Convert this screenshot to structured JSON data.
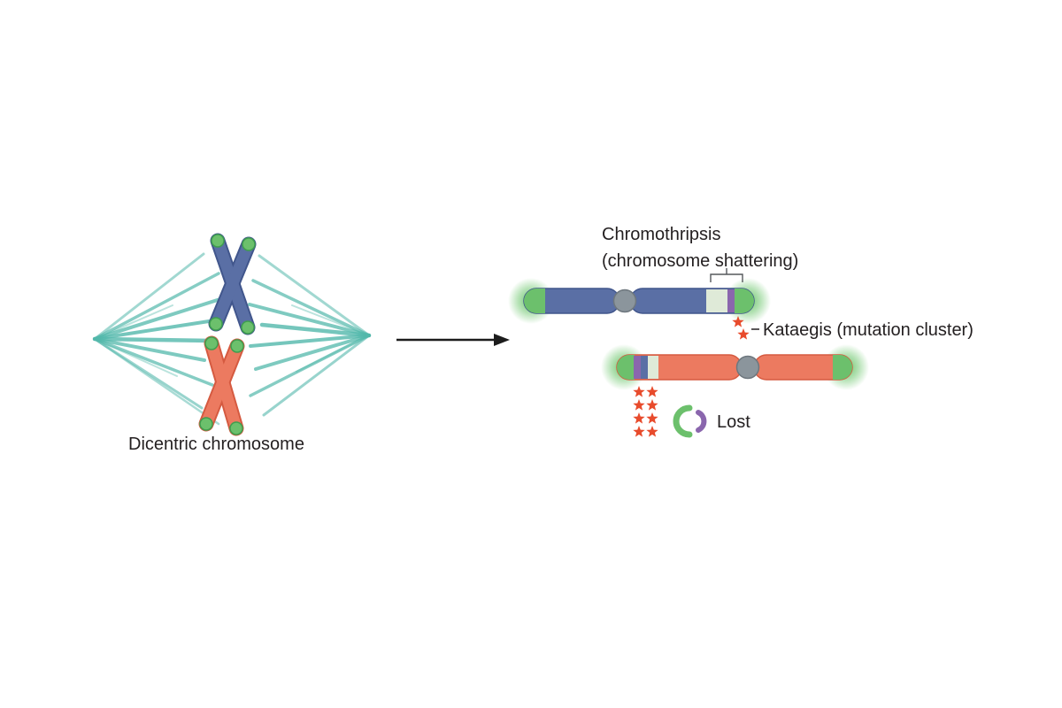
{
  "labels": {
    "dicentric": "Dicentric chromosome",
    "chromothripsis_line1": "Chromothripsis",
    "chromothripsis_line2": "(chromosome shattering)",
    "kataegis": "Kataegis (mutation cluster)",
    "lost": "Lost"
  },
  "palette": {
    "chromo-blue": "#5a6fa5",
    "chromo-blue-dark": "#41568c",
    "chromo-orange": "#ec7a60",
    "chromo-orange-dark": "#d55a40",
    "telomere-green": "#6cc06c",
    "telomere-green-dark": "#3f9e4f",
    "glow-green": "#5abf5a",
    "spindle-teal": "#53b8ab",
    "centromere-gray": "#8b959c",
    "segment-purple": "#8a66ad",
    "segment-lightgreen": "#dfead8",
    "star-red": "#e84b2c",
    "text": "#231f20"
  }
}
